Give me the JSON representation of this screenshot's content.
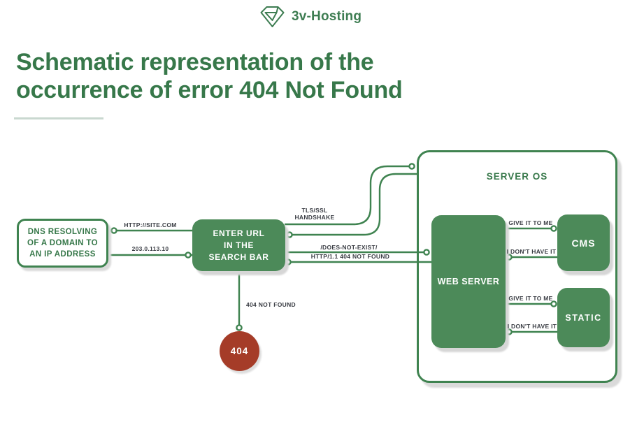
{
  "brand": {
    "name": "3v-Hosting",
    "logo": "gem-icon"
  },
  "title": {
    "line1": "Schematic representation of the",
    "line2": "occurrence of error 404 Not Found"
  },
  "colors": {
    "green_fill": "#4C8A59",
    "green_line": "#3F8350",
    "green_text": "#37784A",
    "label_dark": "#3A3D44",
    "error_red": "#A53C28",
    "divider": "#C9D8D0"
  },
  "nodes": {
    "dns": {
      "line1": "DNS RESOLVING",
      "line2": "OF A DOMAIN TO",
      "line3": "AN IP ADDRESS"
    },
    "enter_url": {
      "line1": "ENTER URL",
      "line2": "IN THE",
      "line3": "SEARCH BAR"
    },
    "server_os": {
      "label": "SERVER OS"
    },
    "web_server": {
      "label": "WEB SERVER"
    },
    "cms": {
      "label": "CMS"
    },
    "static": {
      "label": "STATIC"
    },
    "error404": {
      "label": "404"
    }
  },
  "edges": {
    "http_site": "HTTP://SITE.COM",
    "ip_address": "203.0.113.10",
    "tls_line1": "TLS/SSL",
    "tls_line2": "HANDSHAKE",
    "does_not_exist": "/DOES-NOT-EXIST/",
    "http_404": "HTTP/1.1 404 NOT FOUND",
    "not_found": "404 NOT FOUND",
    "cms_request": "GIVE IT TO ME",
    "cms_response": "I DON'T HAVE IT",
    "static_request": "GIVE IT TO ME",
    "static_response": "I DON'T HAVE IT"
  }
}
